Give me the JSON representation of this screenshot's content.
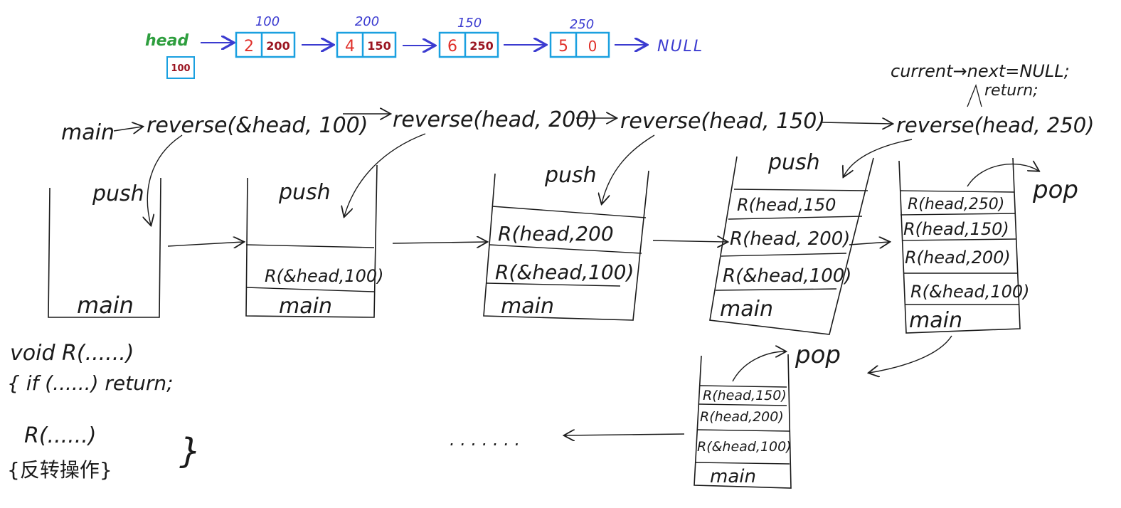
{
  "list": {
    "head_label": "head",
    "head_value": "100",
    "null_label": "NULL",
    "nodes": [
      {
        "address": "100",
        "data": "2",
        "next": "200"
      },
      {
        "address": "200",
        "data": "4",
        "next": "150"
      },
      {
        "address": "150",
        "data": "6",
        "next": "250"
      },
      {
        "address": "250",
        "data": "5",
        "next": "0"
      }
    ]
  },
  "calls": {
    "main": "main",
    "items": [
      "reverse(&head, 100)",
      "reverse(head, 200)",
      "reverse(head, 150)",
      "reverse(head, 250)"
    ],
    "base_case_line1": "current→next=NULL;",
    "base_case_line2": "return;"
  },
  "labels": {
    "push": "push",
    "pop": "pop",
    "ellipsis": ". . . . . . ."
  },
  "stacks": [
    {
      "frames": [
        "main"
      ]
    },
    {
      "frames": [
        "R(&head,100)",
        "main"
      ]
    },
    {
      "frames": [
        "R(head,200",
        "R(&head,100)",
        "main"
      ]
    },
    {
      "frames": [
        "R(head,150",
        "R(head, 200)",
        "R(&head,100)",
        "main"
      ]
    },
    {
      "frames": [
        "R(head,250)",
        "R(head,150)",
        "R(head,200)",
        "R(&head,100)",
        "main"
      ]
    },
    {
      "frames": [
        "R(head,150)",
        "R(head,200)",
        "R(&head,100)",
        "main"
      ]
    }
  ],
  "code": {
    "line1": "void  R(......)",
    "line2": "{ if (......) return;",
    "line3": "R(......)",
    "line4": "{反转操作}",
    "line5": "}"
  },
  "colors": {
    "ink": "#1a1a1a",
    "head_green": "#2e9e3e",
    "address_blue": "#3b3bd0",
    "box_cyan": "#1aa0e0",
    "value_red": "#e0302a",
    "next_darkred": "#9a1420",
    "arrow_blue": "#3b3bd0"
  }
}
